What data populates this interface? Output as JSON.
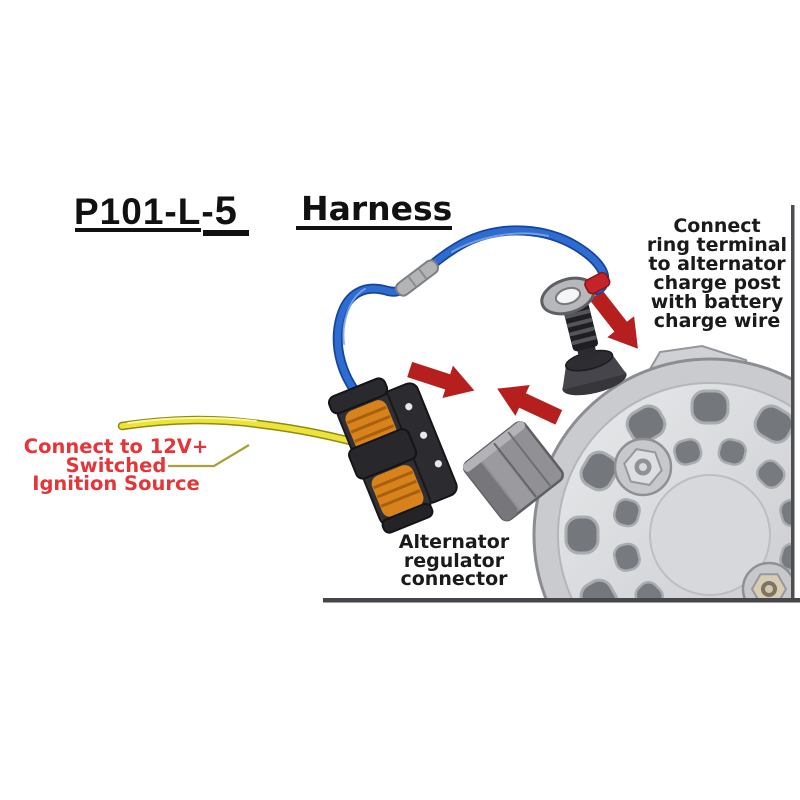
{
  "title": {
    "part_number": "P101-L-5",
    "part_number_main": "P101-L-",
    "part_number_suffix": "5",
    "product": "Harness"
  },
  "callouts": {
    "charge_post": {
      "lines": [
        "Connect",
        "ring terminal",
        "to alternator",
        "charge post",
        "with battery",
        "charge wire"
      ]
    },
    "ignition": {
      "lines": [
        "Connect to 12V+",
        "Switched",
        "Ignition Source"
      ]
    },
    "regulator": {
      "lines": [
        "Alternator",
        "regulator",
        "connector"
      ]
    }
  },
  "diagram_parts": {
    "blue_wire": "battery charge wire with ring terminal",
    "yellow_wire": "12V+ switched ignition wire",
    "plug": "regulator plug connector",
    "alternator": "alternator with charge post and regulator socket"
  },
  "colors": {
    "background": "#ffffff",
    "text_black": "#1a1a1a",
    "callout_red": "#e63538",
    "arrow_red": "#b5201f",
    "wire_blue": "#2e6cd1",
    "wire_yellow": "#ece43a",
    "seal_orange": "#d8821c",
    "connector_black": "#2c2c30",
    "metal_light": "#d7d9dc",
    "metal_dark": "#74777c",
    "frame_gray": "#4a4a4e"
  }
}
